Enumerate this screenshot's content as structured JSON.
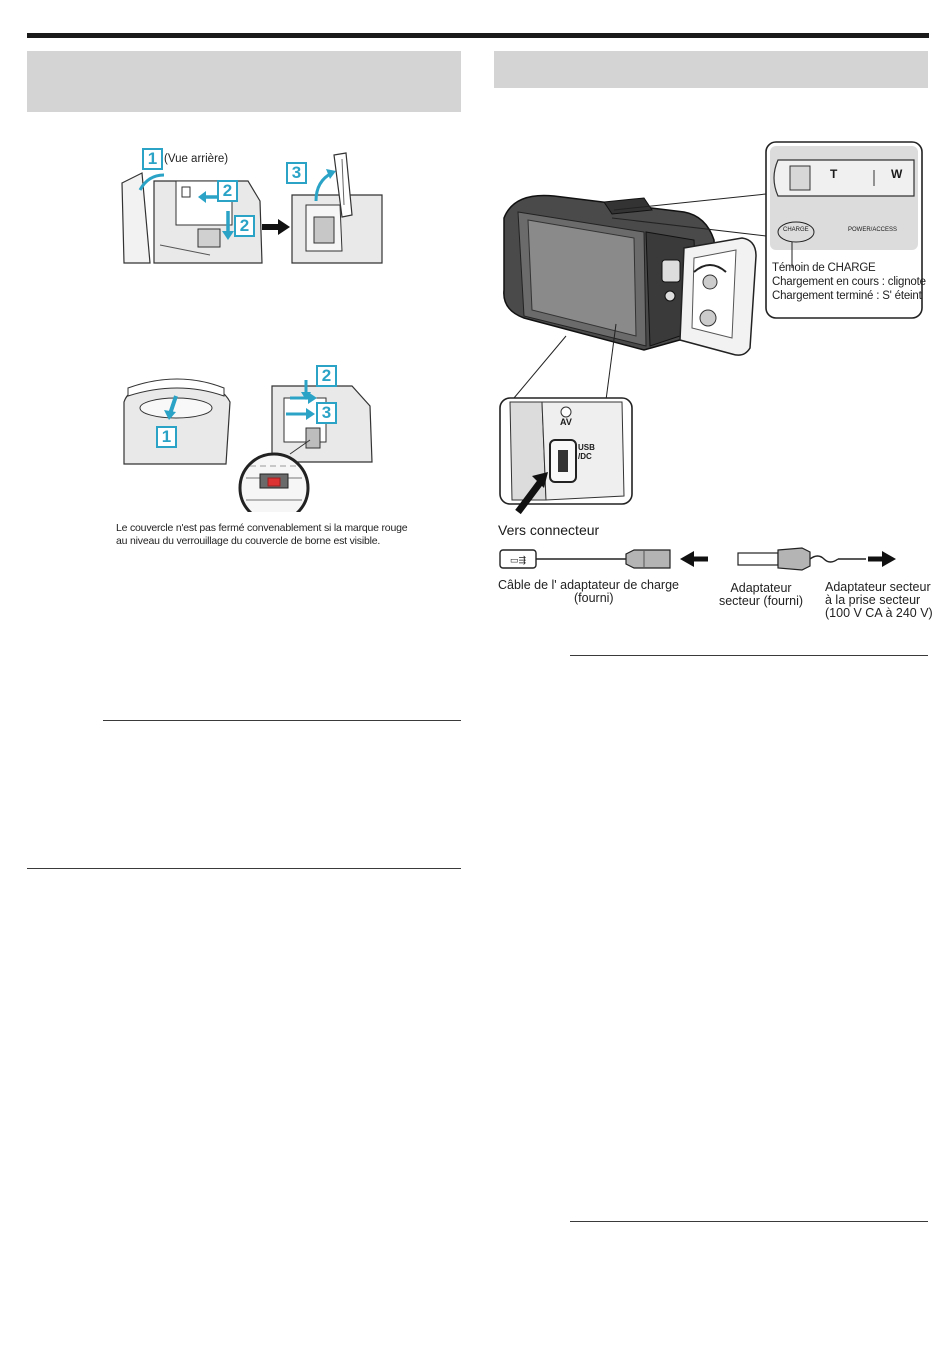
{
  "left": {
    "fig1": {
      "step_1": "1",
      "rear_view": "(Vue arrière)",
      "step_2a": "2",
      "step_2b": "2",
      "step_3": "3"
    },
    "fig2": {
      "step_1": "1",
      "step_2": "2",
      "step_3": "3",
      "caption_line1": "Le couvercle n'est pas fermé convenablement si la marque rouge",
      "caption_line2": "au niveau du verrouillage du couvercle de borne est visible."
    }
  },
  "right": {
    "lcd": {
      "zoom_t": "T",
      "zoom_w": "W",
      "charge_lamp_label": "CHARGE",
      "power_access_label": "POWER/ACCESS"
    },
    "charge_notes": {
      "title": "Témoin de CHARGE",
      "charging": "Chargement en cours : clignote",
      "done": "Chargement terminé : S' éteint"
    },
    "port_labels": {
      "av": "AV",
      "usb_line1": "USB",
      "usb_line2": "/DC"
    },
    "connector_label": "Vers connecteur",
    "cable_label_line1": "Câble de l'  adaptateur de charge",
    "cable_label_line2": "(fourni)",
    "adapter_label_line1": "Adaptateur",
    "adapter_label_line2": "secteur (fourni)",
    "outlet_label_line1": "Adaptateur secteur",
    "outlet_label_line2": "à la prise secteur",
    "outlet_label_line3": "(100 V CA à 240 V)"
  }
}
